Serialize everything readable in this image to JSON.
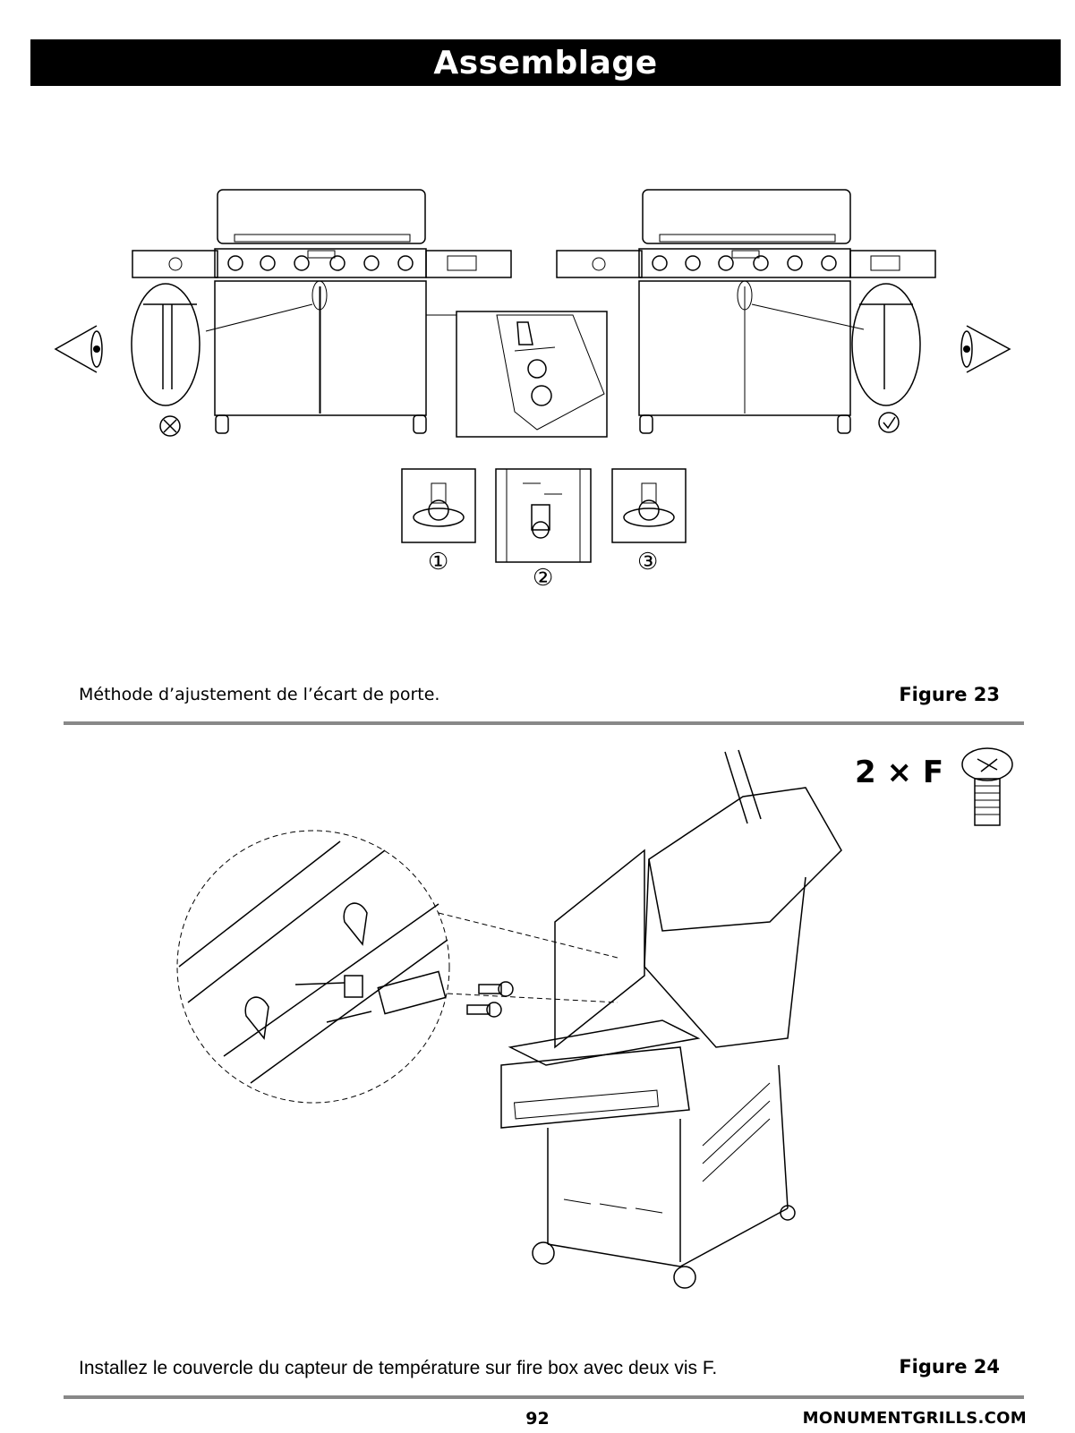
{
  "header": {
    "title": "Assemblage"
  },
  "figure_23": {
    "caption": "Méthode d’ajustement de l’écart de porte.",
    "label": "Figure 23",
    "steps": [
      "①",
      "②",
      "③"
    ]
  },
  "figure_24": {
    "caption": "Installez le couvercle du capteur de température sur fire box avec deux vis F.",
    "label": "Figure 24",
    "quantity": "2 × F"
  },
  "footer": {
    "page_number": "92",
    "website": "MONUMENTGRILLS.COM"
  }
}
